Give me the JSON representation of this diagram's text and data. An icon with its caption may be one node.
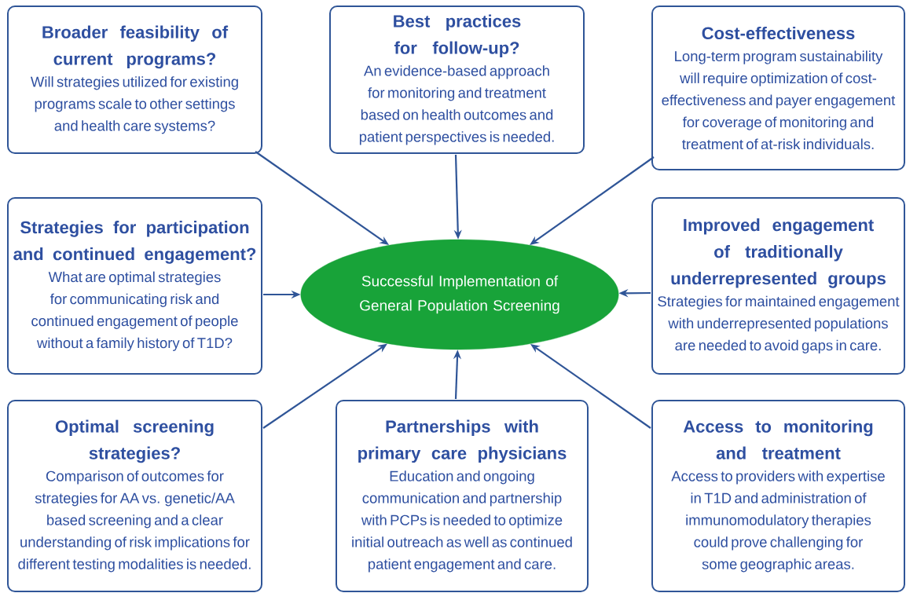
{
  "diagram": {
    "nodes": [
      {
        "text": [
          "Broader feasibility of current programs?",
          "Will strategies utilized for existing programs scale to other settings and health care systems?"
        ]
      },
      {
        "text": [
          "Best practices for follow-up?",
          "An evidence-based approach for monitoring and treatment based on health outcomes and patient perspectives is needed."
        ]
      },
      {
        "text": [
          "Cost-effectiveness",
          "Long-term program sustainability will require optimization of cost-effectiveness and payer engagement for coverage of monitoring and treatment of at-risk individuals."
        ]
      },
      {
        "text": [
          "Strategies for participation and continued engagement?",
          "What are optimal strategies for communicating risk and continued engagement of people without a family history of T1D?"
        ]
      },
      {
        "text": [
          "Successful Implementation of General Population Screening"
        ]
      },
      {
        "text": [
          "Improved engagement of traditionally underrepresented groups",
          "Strategies for maintained engagement with underrepresented populations are needed to avoid gaps in care."
        ]
      },
      {
        "text": [
          "Optimal screening strategies?",
          "Comparison of outcomes for strategies for AA vs. genetic/AA based screening and a clear understanding of risk implications for different testing modalities is needed."
        ]
      },
      {
        "text": [
          "Partnerships with primary care physicians",
          "Education and ongoing communication and partnership with PCPs is needed to optimize initial outreach as well as continued patient engagement and care."
        ]
      },
      {
        "text": [
          "Access to monitoring and treatment",
          "Access to providers with expertise in T1D and administration of immunomodulatory therapies could prove challenging for some geographic areas."
        ]
      }
    ],
    "edges": [
      {
        "from": 0,
        "to": 4,
        "arrow": "to"
      },
      {
        "from": 1,
        "to": 4,
        "arrow": "to"
      },
      {
        "from": 2,
        "to": 4,
        "arrow": "to"
      },
      {
        "from": 3,
        "to": 4,
        "arrow": "to"
      },
      {
        "from": 5,
        "to": 4,
        "arrow": "to"
      },
      {
        "from": 6,
        "to": 4,
        "arrow": "to"
      },
      {
        "from": 7,
        "to": 4,
        "arrow": "to"
      },
      {
        "from": 8,
        "to": 4,
        "arrow": "to"
      }
    ]
  }
}
